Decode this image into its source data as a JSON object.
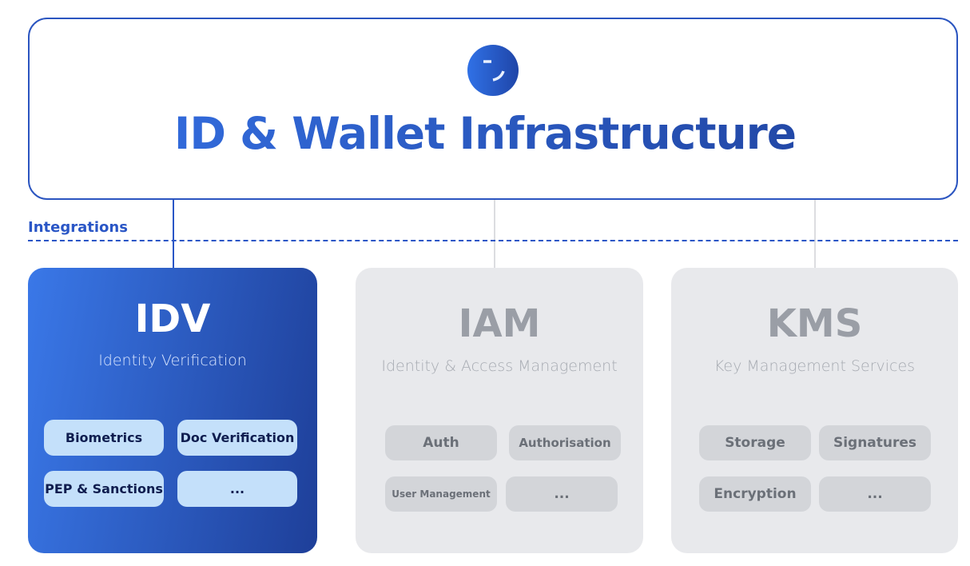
{
  "header": {
    "title": "ID & Wallet Infrastructure",
    "logo": "smile-logo-icon"
  },
  "integrations_label": "Integrations",
  "cards": [
    {
      "title": "IDV",
      "subtitle": "Identity Verification",
      "items": [
        "Biometrics",
        "Doc Verification",
        "PEP & Sanctions",
        "..."
      ]
    },
    {
      "title": "IAM",
      "subtitle": "Identity & Access Management",
      "items": [
        "Auth",
        "Authorisation",
        "User Management",
        "..."
      ]
    },
    {
      "title": "KMS",
      "subtitle": "Key Management Services",
      "items": [
        "Storage",
        "Signatures",
        "Encryption",
        "..."
      ]
    }
  ],
  "colors": {
    "accent": "#2a56c6",
    "active_chip": "#c4e0fa",
    "inactive_card": "#e8e9ec"
  }
}
